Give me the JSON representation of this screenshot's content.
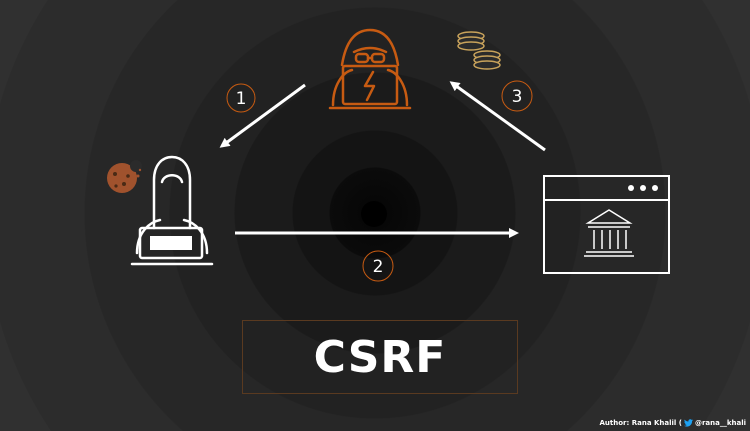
{
  "title": "CSRF",
  "steps": {
    "one": "1",
    "two": "2",
    "three": "3"
  },
  "credit": {
    "prefix": "Author: Rana Khalil (",
    "handle": "@rana__khali"
  },
  "colors": {
    "accent": "#c75b12",
    "foreground": "#ffffff",
    "cookie": "#a0522d"
  },
  "icons": {
    "victim": "victim-user-laptop-icon",
    "attacker": "hacker-laptop-icon",
    "bank": "bank-website-icon",
    "cookie": "cookie-icon",
    "coins": "coins-icon",
    "twitter": "twitter-bird-icon"
  }
}
